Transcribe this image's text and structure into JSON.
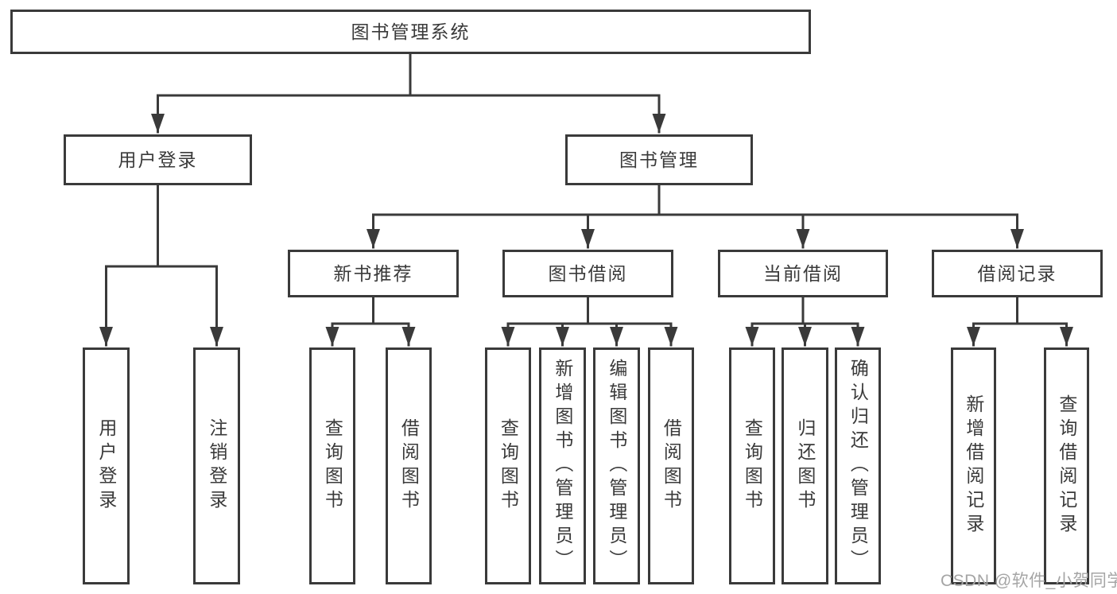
{
  "tree": {
    "label": "图书管理系统",
    "children": [
      {
        "label": "用户登录",
        "children": [
          {
            "label": "用户登录"
          },
          {
            "label": "注销登录"
          }
        ]
      },
      {
        "label": "图书管理",
        "children": [
          {
            "label": "新书推荐",
            "children": [
              {
                "label": "查询图书"
              },
              {
                "label": "借阅图书"
              }
            ]
          },
          {
            "label": "图书借阅",
            "children": [
              {
                "label": "查询图书"
              },
              {
                "label": "新增图书（管理员）"
              },
              {
                "label": "编辑图书（管理员）"
              },
              {
                "label": "借阅图书"
              }
            ]
          },
          {
            "label": "当前借阅",
            "children": [
              {
                "label": "查询图书"
              },
              {
                "label": "归还图书"
              },
              {
                "label": "确认归还（管理员）"
              }
            ]
          },
          {
            "label": "借阅记录",
            "children": [
              {
                "label": "新增借阅记录"
              },
              {
                "label": "查询借阅记录"
              }
            ]
          }
        ]
      }
    ]
  },
  "watermark": {
    "text": "CSDN @软件_小贺同学"
  },
  "colors": {
    "line": "#3a3a3a",
    "text": "#3a3a3a",
    "box_background": "#ffffff",
    "page_background": "#ffffff",
    "watermark": "#a5a5a5"
  }
}
